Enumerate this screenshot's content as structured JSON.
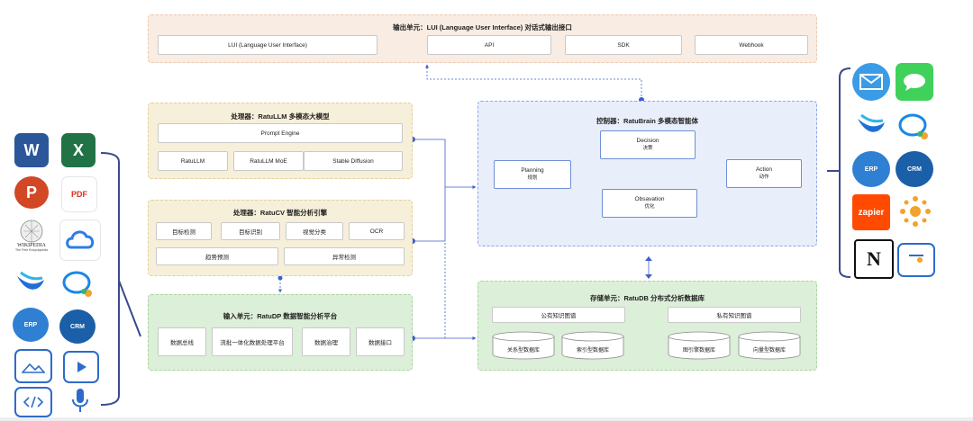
{
  "output_unit": {
    "title": "输出单元：LUI (Language User Interface) 对话式输出接口",
    "items": [
      "LUI (Language User Interface)",
      "API",
      "SDK",
      "Webhook"
    ]
  },
  "llm_processor": {
    "title": "处理器：RatuLLM 多模态大模型",
    "engine": "Prompt Engine",
    "items": [
      "RatuLLM",
      "RatuLLM MoE",
      "Stable Diffusion"
    ]
  },
  "cv_processor": {
    "title": "处理器：RatuCV 智能分析引擎",
    "row1": [
      "目标检测",
      "目标识别",
      "视觉分类",
      "OCR"
    ],
    "row2": [
      "趋势预测",
      "异常检测"
    ]
  },
  "input_unit": {
    "title": "输入单元：RatuDP 数据智能分析平台",
    "items": [
      "数据总线",
      "流批一体化数据处理平台",
      "数据治理",
      "数据接口"
    ]
  },
  "controller": {
    "title": "控制器：RatuBrain 多模态智能体",
    "decision": {
      "en": "Decision",
      "zh": "决策"
    },
    "planning": {
      "en": "Planning",
      "zh": "规划"
    },
    "action": {
      "en": "Action",
      "zh": "动作"
    },
    "observation": {
      "en": "Obsavation",
      "zh": "优化"
    }
  },
  "storage_unit": {
    "title": "存储单元：RatuDB 分布式分析数据库",
    "public_graph": "公有知识图谱",
    "private_graph": "私有知识图谱",
    "databases": [
      "关系型数据库",
      "索引型数据库",
      "图引擎数据库",
      "向量型数据库"
    ]
  },
  "left_icons": {
    "word": "W",
    "excel": "X",
    "powerpoint": "P",
    "pdf": "PDF",
    "wikipedia_name": "WIKIPEDIA",
    "wikipedia_tagline": "The Free Encyclopedia",
    "erp": "ERP",
    "crm": "CRM"
  },
  "right_icons": {
    "erp": "ERP",
    "crm": "CRM",
    "zapier": "zapier",
    "notion": "N"
  },
  "colors": {
    "arrow": "#3f5fd0",
    "bracket": "#3a4a8c",
    "output_bg": "#f8ece3",
    "llm_bg": "#f6efd9",
    "brain_bg": "#e9eefb",
    "input_bg": "#dcefd8"
  }
}
